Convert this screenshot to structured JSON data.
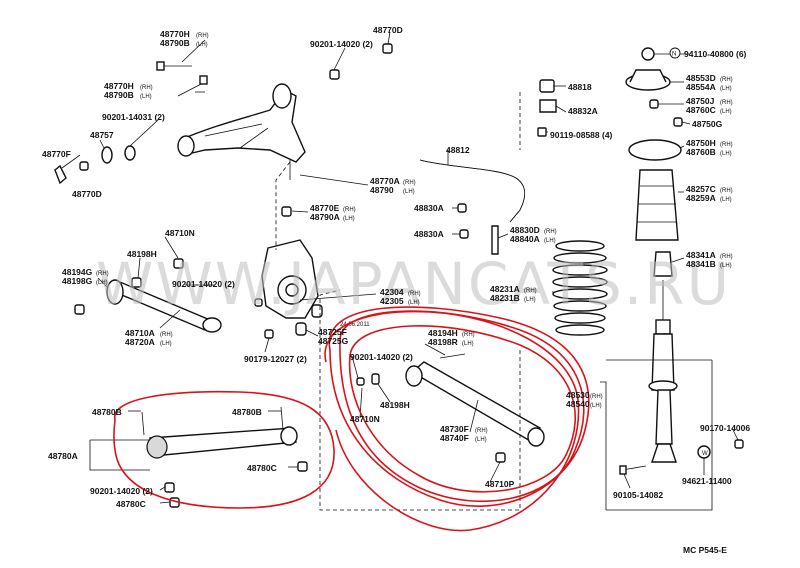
{
  "watermark": "WWW.JAPANCATS.RU",
  "stamp": "24.06.2011",
  "diagram_code": "MC  P545-E",
  "labels": {
    "p48770H": "48770H",
    "p48770H_side": "(RH)",
    "p48790B": "48790B",
    "p48790B_side": "(LH)",
    "p48770D": "48770D",
    "p90201_14020_top": "90201-14020 (2)",
    "p48770H2": "48770H",
    "p48770H2_side": "(RH)",
    "p48790B2": "48790B",
    "p48790B2_side": "(LH)",
    "p90201_14031": "90201-14031 (2)",
    "p48757": "48757",
    "p48770F": "48770F",
    "p48770D2": "48770D",
    "p48770A": "48770A",
    "p48770A_side": "(RH)",
    "p48790": "48790",
    "p48790_side": "(LH)",
    "p48770E": "48770E",
    "p48770E_side": "(RH)",
    "p48790A": "48790A",
    "p48790A_side": "(LH)",
    "p48710N": "48710N",
    "p48198H": "48198H",
    "p48194G": "48194G",
    "p48194G_side": "(RH)",
    "p48198G": "48198G",
    "p48198G_side": "(LH)",
    "p90201_14020_mid": "90201-14020 (2)",
    "p48710A": "48710A",
    "p48710A_side": "(RH)",
    "p48720A": "48720A",
    "p48720A_side": "(LH)",
    "p90179_12027": "90179-12027 (2)",
    "p48725F": "48725F",
    "p48725G": "48725G",
    "p42304": "42304",
    "p42304_side": "(RH)",
    "p42305": "42305",
    "p42305_side": "(LH)",
    "p48194H": "48194H",
    "p48194H_side": "(RH)",
    "p48198R": "48198R",
    "p48198R_side": "(LH)",
    "p90201_14020_low": "90201-14020 (2)",
    "p48198H2": "48198H",
    "p48710N2": "48710N",
    "p48730F": "48730F",
    "p48730F_side": "(RH)",
    "p48740F": "48740F",
    "p48740F_side": "(LH)",
    "p48710P": "48710P",
    "p48780B": "48780B",
    "p48780B2": "48780B",
    "p48780A": "48780A",
    "p48780C": "48780C",
    "p90201_14020_bot": "90201-14020 (2)",
    "p48780C2": "48780C",
    "p48812": "48812",
    "p48818": "48818",
    "p48832A": "48832A",
    "p90119_08588": "90119-08588 (4)",
    "p48830A": "48830A",
    "p48830A2": "48830A",
    "p48830D": "48830D",
    "p48830D_side": "(RH)",
    "p48840A": "48840A",
    "p48840A_side": "(LH)",
    "p48231A": "48231A",
    "p48231A_side": "(RH)",
    "p48231B": "48231B",
    "p48231B_side": "(LH)",
    "pN": "N",
    "p94110": "94110-40800 (6)",
    "p48553D": "48553D",
    "p48553D_side": "(RH)",
    "p48554A": "48554A",
    "p48554A_side": "(LH)",
    "p48750J": "48750J",
    "p48750J_side": "(RH)",
    "p48760C": "48760C",
    "p48760C_side": "(LH)",
    "p48750G": "48750G",
    "p48750H": "48750H",
    "p48750H_side": "(RH)",
    "p48760B": "48760B",
    "p48760B_side": "(LH)",
    "p48257C": "48257C",
    "p48257C_side": "(RH)",
    "p48259A": "48259A",
    "p48259A_side": "(LH)",
    "p48341A": "48341A",
    "p48341A_side": "(RH)",
    "p48341B": "48341B",
    "p48341B_side": "(LH)",
    "p48530": "48530",
    "p48530_side": "(RH)",
    "p48540": "48540",
    "p48540_side": "(LH)",
    "p90170": "90170-14006",
    "p90105": "90105-14082",
    "p94621": "94621-11400",
    "w_letter": "W"
  }
}
